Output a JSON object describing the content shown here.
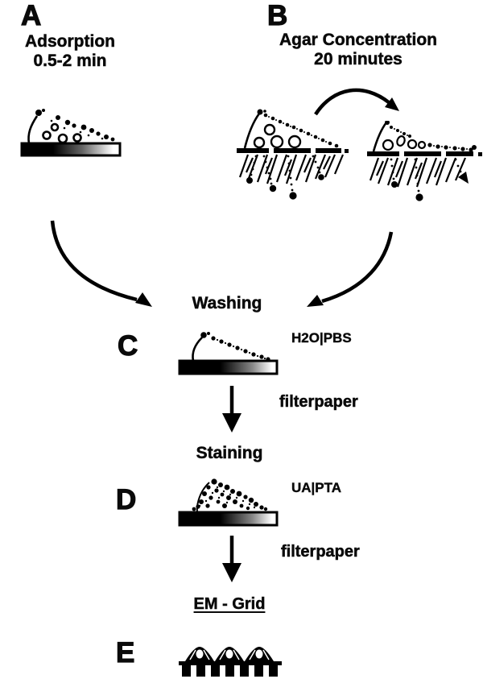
{
  "colors": {
    "ink": "#0a0a0a",
    "background": "#ffffff"
  },
  "panels": {
    "a": {
      "letter": "A",
      "line1": "Adsorption",
      "line2": "0.5-2 min"
    },
    "b": {
      "letter": "B",
      "line1": "Agar Concentration",
      "line2": "20 minutes"
    },
    "c": {
      "letter": "C",
      "step": "Washing",
      "reagent": "H2O|PBS"
    },
    "d": {
      "letter": "D",
      "step": "Staining",
      "reagent": "UA|PTA"
    },
    "e": {
      "letter": "E",
      "step": "EM - Grid"
    }
  },
  "labels": {
    "filterpaper1": "filterpaper",
    "filterpaper2": "filterpaper"
  }
}
